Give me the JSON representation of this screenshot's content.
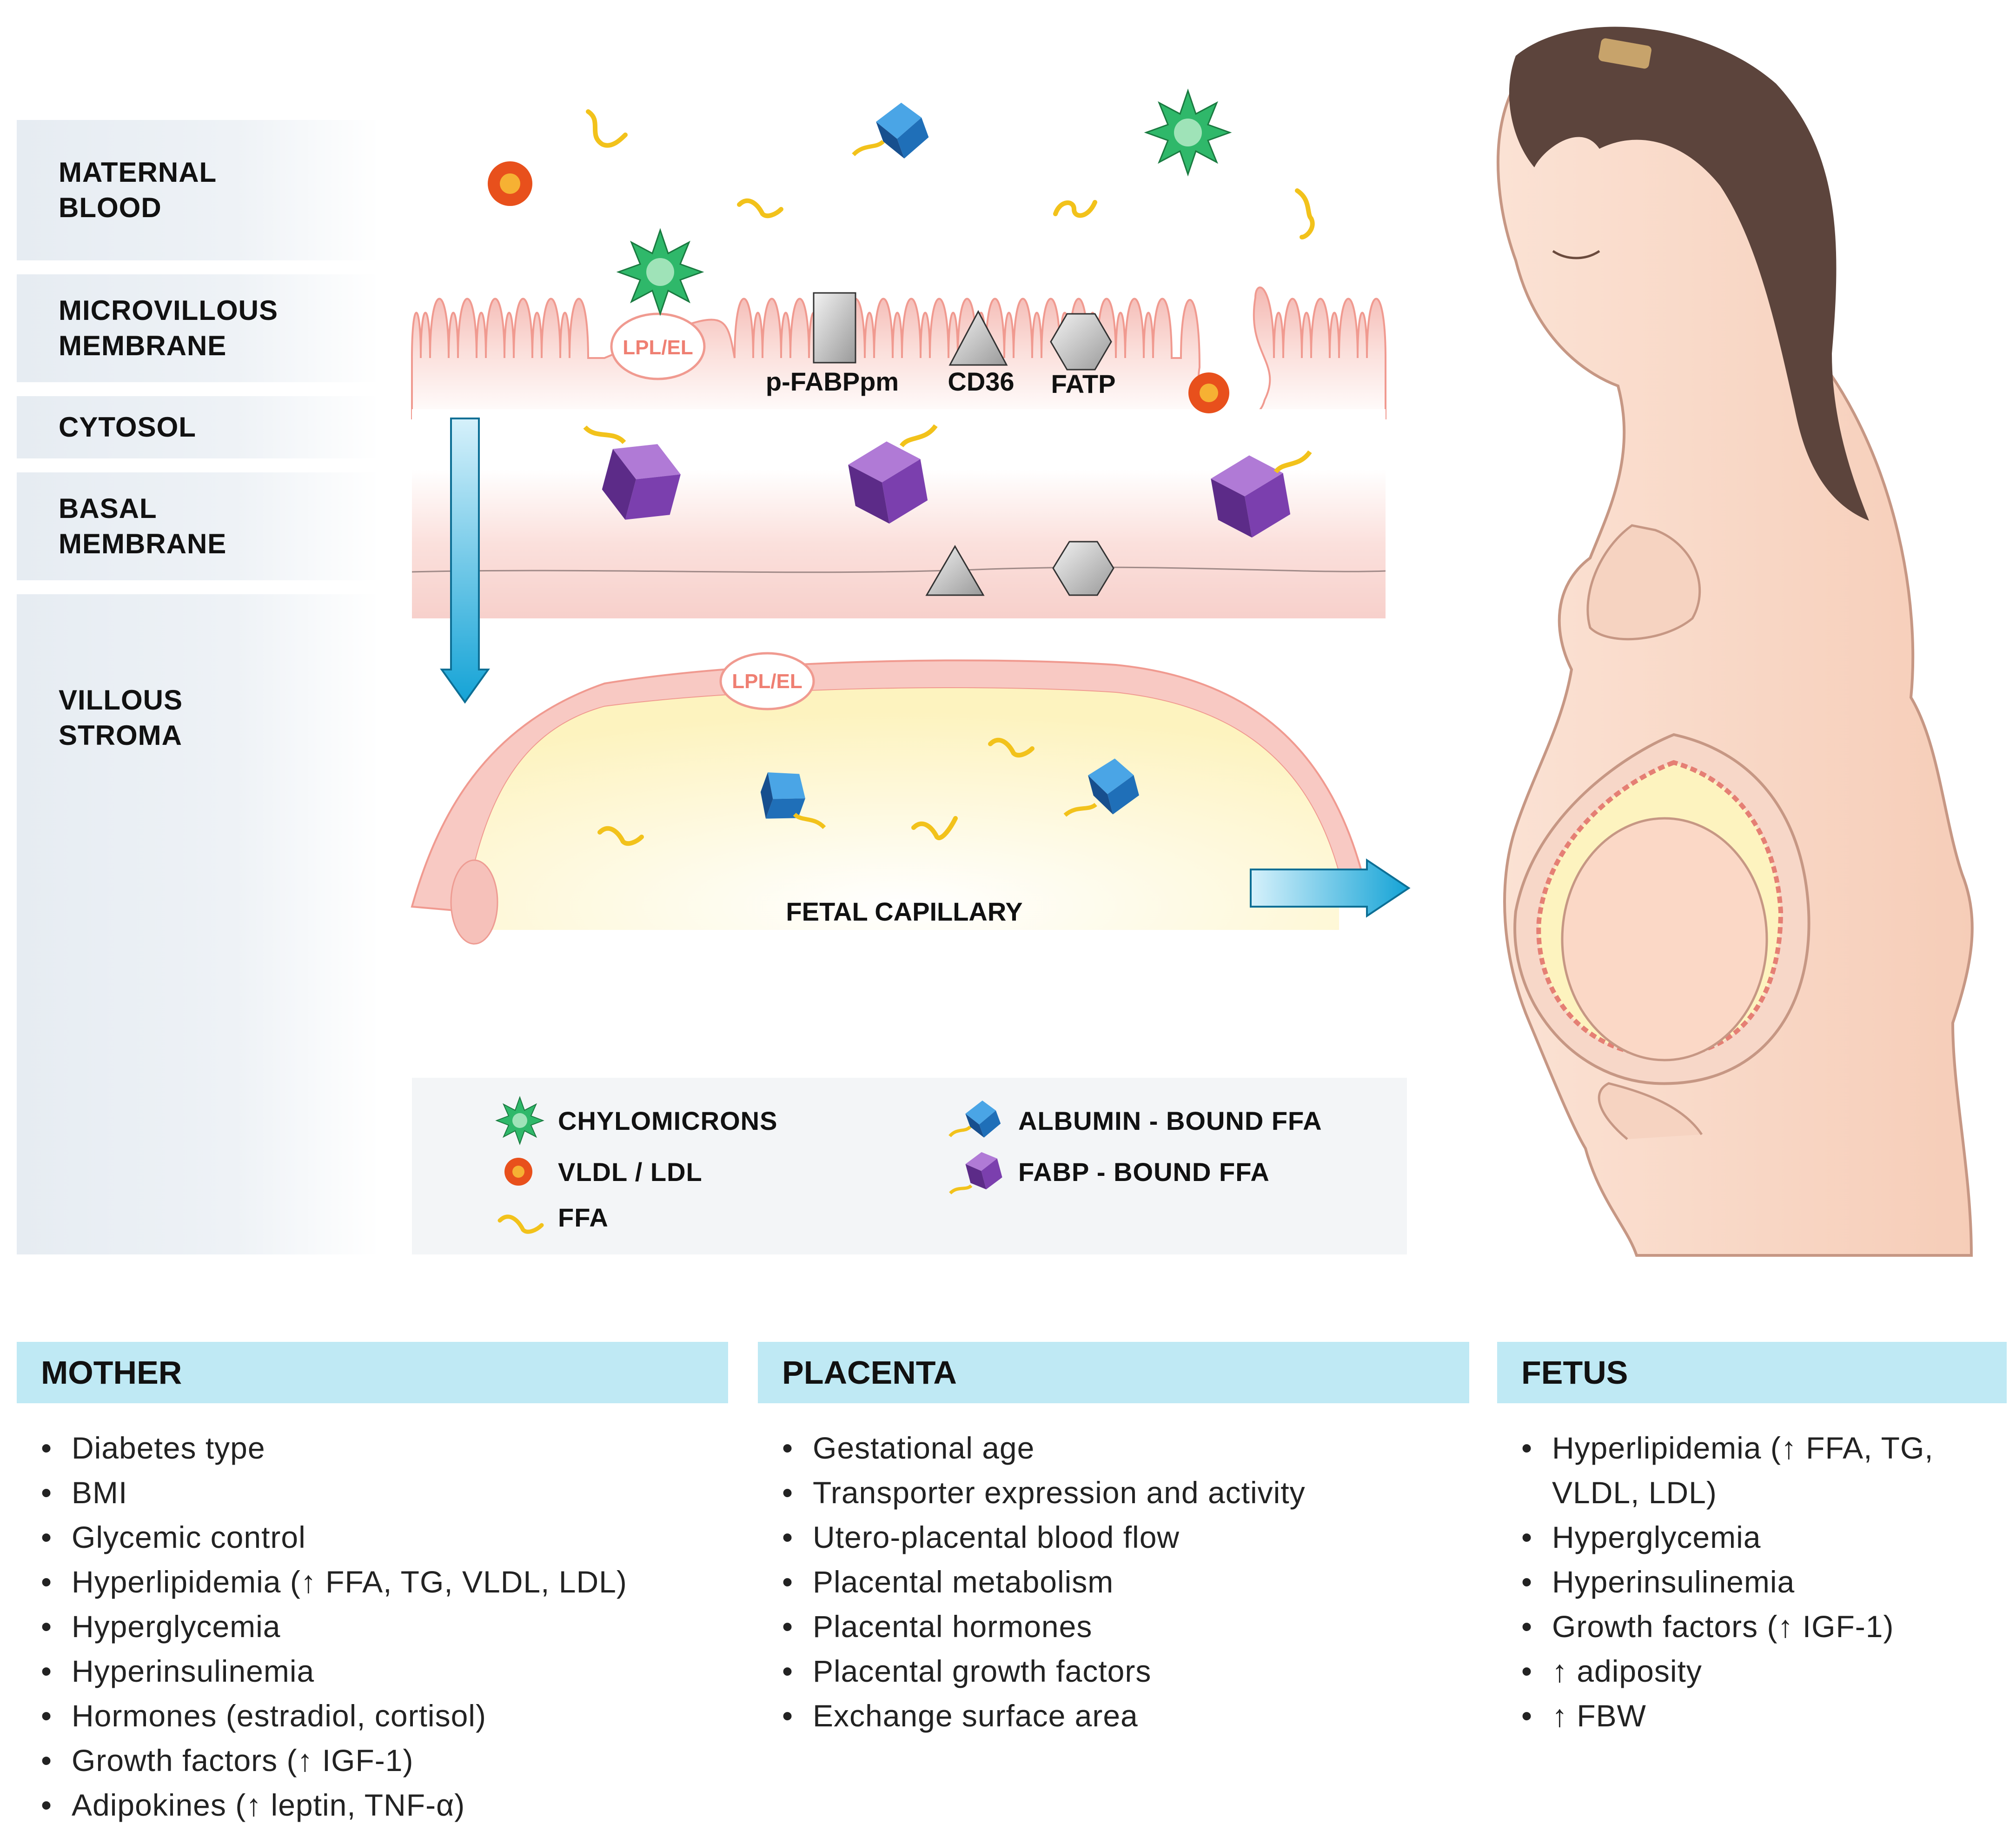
{
  "layers": [
    {
      "label": "MATERNAL\nBLOOD"
    },
    {
      "label": "MICROVILLOUS\nMEMBRANE"
    },
    {
      "label": "CYTOSOL"
    },
    {
      "label": "BASAL\nMEMBRANE"
    },
    {
      "label": "VILLOUS\nSTROMA"
    }
  ],
  "diagram": {
    "enzyme_top": "LPL/EL",
    "enzyme_capillary": "LPL/EL",
    "transporter_fabp": "p-FABPpm",
    "transporter_cd36": "CD36",
    "transporter_fatp": "FATP",
    "capillary_label": "FETAL CAPILLARY"
  },
  "legend": {
    "chylomicrons": "CHYLOMICRONS",
    "vldl_ldl": "VLDL / LDL",
    "ffa": "FFA",
    "albumin_ffa": "ALBUMIN - BOUND FFA",
    "fabp_ffa": "FABP - BOUND FFA"
  },
  "panels": [
    {
      "title": "MOTHER",
      "items": [
        "Diabetes type",
        "BMI",
        "Glycemic control",
        "Hyperlipidemia (↑ FFA, TG, VLDL, LDL)",
        "Hyperglycemia",
        "Hyperinsulinemia",
        "Hormones (estradiol, cortisol)",
        "Growth factors (↑ IGF-1)",
        "Adipokines (↑ leptin, TNF-α)"
      ]
    },
    {
      "title": "PLACENTA",
      "items": [
        "Gestational age",
        "Transporter expression and activity",
        "Utero-placental blood flow",
        "Placental metabolism",
        "Placental hormones",
        "Placental growth factors",
        "Exchange surface area"
      ]
    },
    {
      "title": "FETUS",
      "items": [
        "Hyperlipidemia (↑ FFA, TG,\nVLDL, LDL)",
        "Hyperglycemia",
        "Hyperinsulinemia",
        "Growth factors (↑ IGF-1)",
        "↑ adiposity",
        "↑ FBW"
      ]
    }
  ],
  "colors": {
    "chylomicron": "#2fb86a",
    "vldl": "#e8501c",
    "ffa": "#f2c21b",
    "albumin": "#1f6fb8",
    "fabp": "#7b3fae",
    "membrane": "#f6c7c2",
    "capillary_fill": "#fdf5c8",
    "panel_header": "#bfe9f4",
    "arrow": "#1aa6d6"
  },
  "icons": [
    "chylomicron-icon",
    "vldl-ldl-icon",
    "ffa-icon",
    "albumin-bound-ffa-icon",
    "fabp-bound-ffa-icon"
  ]
}
